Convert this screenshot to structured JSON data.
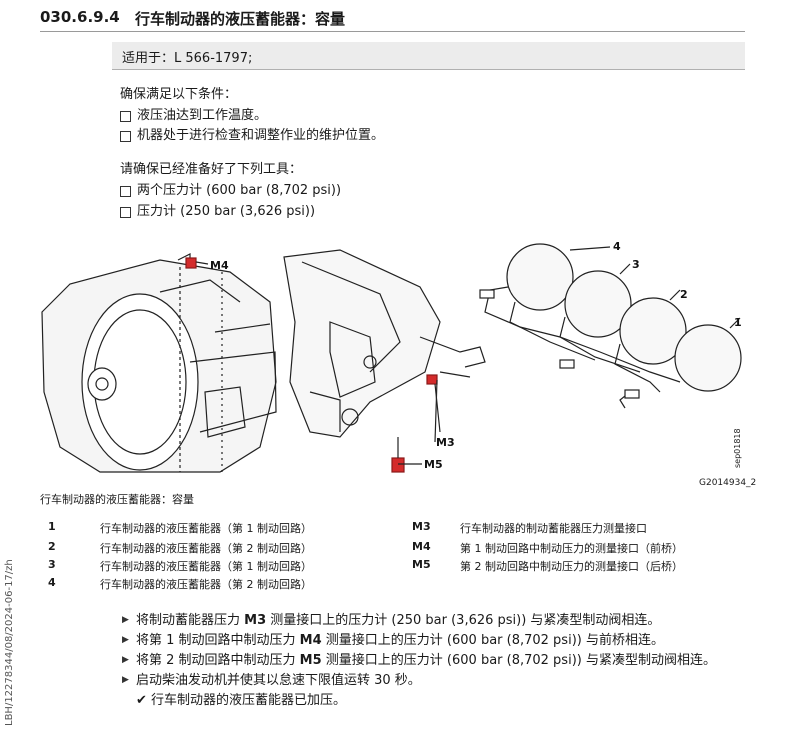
{
  "header": {
    "section_number": "030.6.9.4",
    "title": "行车制动器的液压蓄能器：容量"
  },
  "applies_to": "适用于：L 566-1797;",
  "conditions": {
    "intro": "确保满足以下条件：",
    "items": [
      "液压油达到工作温度。",
      "机器处于进行检查和调整作业的维护位置。"
    ]
  },
  "tools": {
    "intro": "请确保已经准备好了下列工具：",
    "items": [
      "两个压力计 (600 bar (8,702 psi))",
      "压力计 (250 bar (3,626 psi))"
    ]
  },
  "figure": {
    "callouts": {
      "n1": "1",
      "n2": "2",
      "n3": "3",
      "n4": "4",
      "m3": "M3",
      "m4": "M4",
      "m5": "M5"
    },
    "code": "G2014934_2",
    "side_code": "sep01818",
    "caption": "行车制动器的液压蓄能器：容量"
  },
  "legend": {
    "left": [
      {
        "key": "1",
        "text": "行车制动器的液压蓄能器（第 1 制动回路）"
      },
      {
        "key": "2",
        "text": "行车制动器的液压蓄能器（第 2 制动回路）"
      },
      {
        "key": "3",
        "text": "行车制动器的液压蓄能器（第 1 制动回路）"
      },
      {
        "key": "4",
        "text": "行车制动器的液压蓄能器（第 2 制动回路）"
      }
    ],
    "right": [
      {
        "key": "M3",
        "text": "行车制动器的制动蓄能器压力测量接口"
      },
      {
        "key": "M4",
        "text": "第 1 制动回路中制动压力的测量接口（前桥）"
      },
      {
        "key": "M5",
        "text": "第 2 制动回路中制动压力的测量接口（后桥）"
      }
    ]
  },
  "steps": [
    {
      "pre": "将制动蓄能器压力 ",
      "bold": "M3",
      "post": " 测量接口上的压力计 (250 bar (3,626 psi)) 与紧凑型制动阀相连。"
    },
    {
      "pre": "将第 1 制动回路中制动压力 ",
      "bold": "M4",
      "post": " 测量接口上的压力计 (600 bar (8,702 psi)) 与前桥相连。"
    },
    {
      "pre": "将第 2 制动回路中制动压力 ",
      "bold": "M5",
      "post": " 测量接口上的压力计 (600 bar (8,702 psi)) 与紧凑型制动阀相连。"
    },
    {
      "pre": "启动柴油发动机并使其以怠速下限值运转 30 秒。",
      "bold": "",
      "post": ""
    }
  ],
  "result": "✔ 行车制动器的液压蓄能器已加压。",
  "doc_id": "LBH/12278344/08/2024-06-17/zh",
  "colors": {
    "highlight": "#d42b2b",
    "applies_bg": "#ececec"
  }
}
